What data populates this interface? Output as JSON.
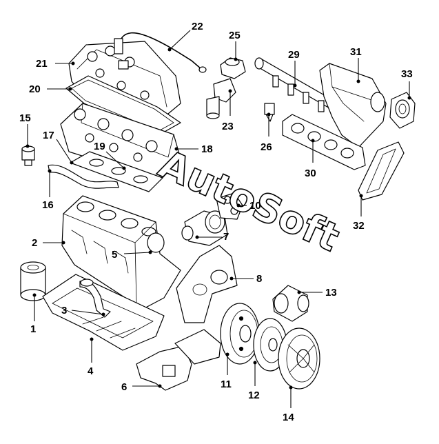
{
  "diagram": {
    "callouts": [
      "1",
      "2",
      "3",
      "4",
      "5",
      "6",
      "7",
      "8",
      "10",
      "11",
      "12",
      "13",
      "14",
      "15",
      "16",
      "17",
      "18",
      "19",
      "20",
      "21",
      "22",
      "23",
      "25",
      "26",
      "29",
      "30",
      "31",
      "32",
      "33"
    ],
    "watermark": "AutoSoft"
  }
}
